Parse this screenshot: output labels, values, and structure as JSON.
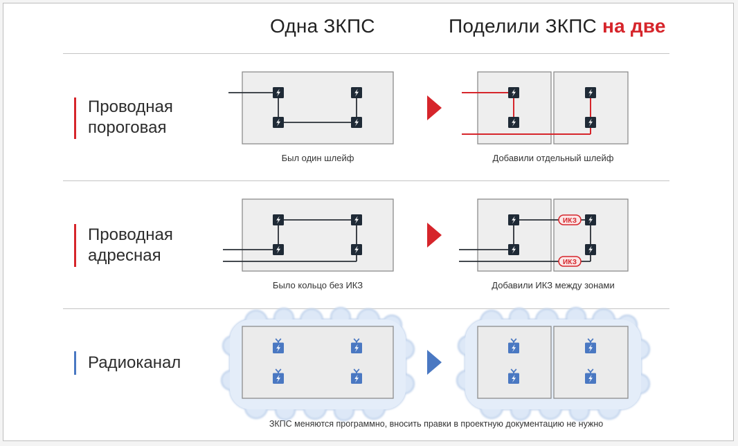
{
  "header": {
    "left_title": "Одна ЗКПС",
    "right_title_prefix": "Поделили ЗКПС",
    "right_title_accent": "на две"
  },
  "rows": [
    {
      "label_line1": "Проводная",
      "label_line2": "пороговая",
      "left_caption": "Был один шлейф",
      "right_caption": "Добавили отдельный шлейф",
      "accent": "#d6252b"
    },
    {
      "label_line1": "Проводная",
      "label_line2": "адресная",
      "left_caption": "Было кольцо без ИКЗ",
      "right_caption": "Добавили ИКЗ между зонами",
      "accent": "#d6252b",
      "ikz_badge": "ИКЗ"
    },
    {
      "label_line1": "Радиоканал",
      "footer_caption": "ЗКПС меняются программно, вносить правки в проектную документацию не нужно",
      "accent": "#4a78c2"
    }
  ],
  "colors": {
    "accent_red": "#d6252b",
    "accent_blue": "#4a78c2",
    "device_dark": "#1f2a36",
    "wire_dark": "#2a2f36",
    "panel_fill": "#eeeeee",
    "panel_border": "#8c8c8c",
    "cloud_fill": "#dde8f7"
  },
  "icons": {
    "detector": "lightning-detector-icon",
    "radio_detector": "radio-detector-icon",
    "arrow": "play-arrow-icon"
  }
}
